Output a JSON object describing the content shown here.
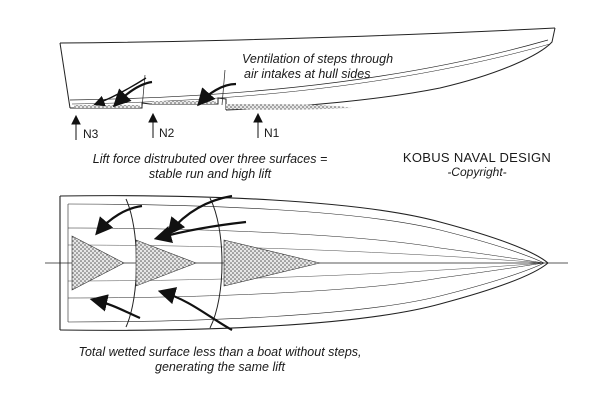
{
  "labels": {
    "ventilation_line1": "Ventilation of steps through",
    "ventilation_line2": "air intakes at hull sides",
    "n3": "N3",
    "n2": "N2",
    "n1": "N1",
    "lift_line1": "Lift force distrubuted over three surfaces =",
    "lift_line2": "stable run and high lift",
    "brand": "KOBUS NAVAL DESIGN",
    "copyright": "-Copyright-",
    "wetted_line1": "Total wetted surface less than a boat without steps,",
    "wetted_line2": "generating the same lift"
  },
  "colors": {
    "line": "#222222",
    "hatch": "#555555"
  }
}
